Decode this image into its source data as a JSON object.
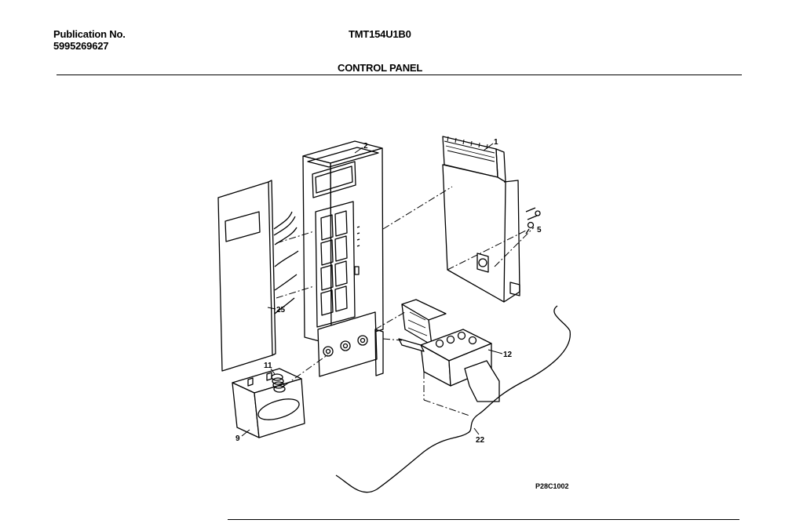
{
  "header": {
    "publication_label": "Publication No.",
    "publication_number": "5995269627",
    "model": "TMT154U1B0",
    "section_title": "CONTROL PANEL"
  },
  "parts": {
    "p1": "1",
    "p2": "2",
    "p5": "5",
    "p9": "9",
    "p11": "11",
    "p12": "12",
    "p22": "22",
    "p25": "25"
  },
  "drawing_code": "P28C1002"
}
